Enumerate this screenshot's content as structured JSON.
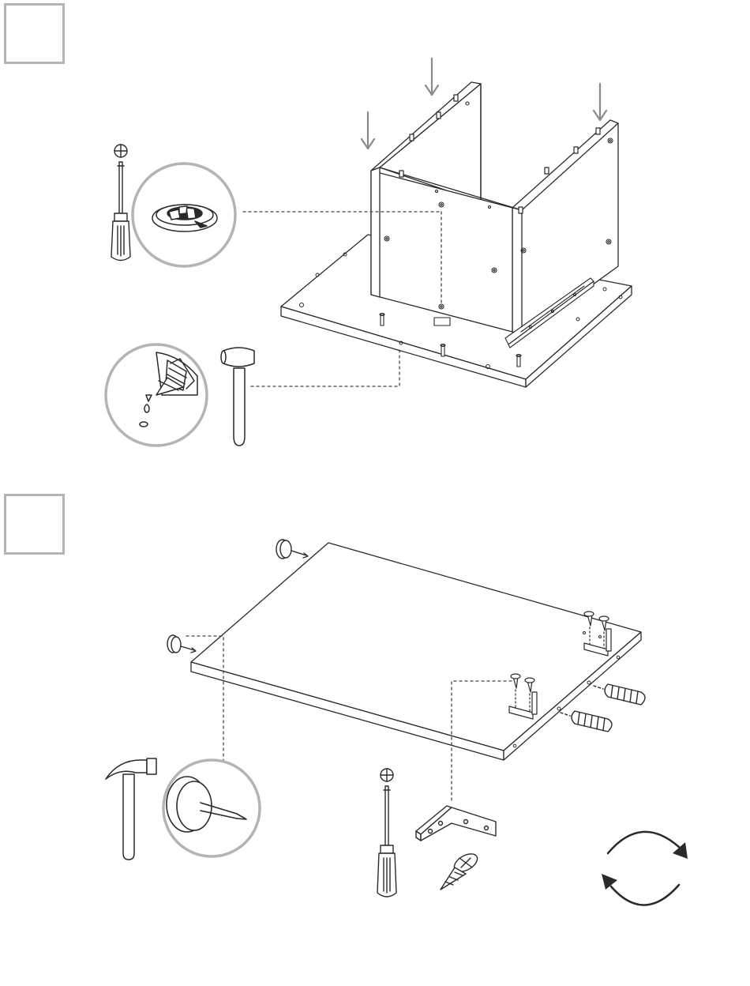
{
  "steps": [
    {
      "label": ""
    },
    {
      "label": ""
    }
  ],
  "colors": {
    "line": "#2a2a2a",
    "step_box": "#b4b4b4",
    "detail_circle": "#b4b4b4",
    "arrow": "#8a8a8a",
    "leader": "#444444"
  },
  "icons": {
    "step1_tools": [
      "phillips-screwdriver-icon",
      "cam-lock-icon",
      "glue-bottle-icon",
      "mallet-icon"
    ],
    "step1_parts": [
      "cabinet-carcass",
      "base-panel",
      "drawer-runner"
    ],
    "step2_tools": [
      "claw-hammer-icon",
      "phillips-screwdriver-icon",
      "rotate-icon"
    ],
    "step2_parts": [
      "top-panel",
      "nail-glide",
      "wooden-dowel",
      "angle-bracket",
      "wood-screw"
    ]
  }
}
